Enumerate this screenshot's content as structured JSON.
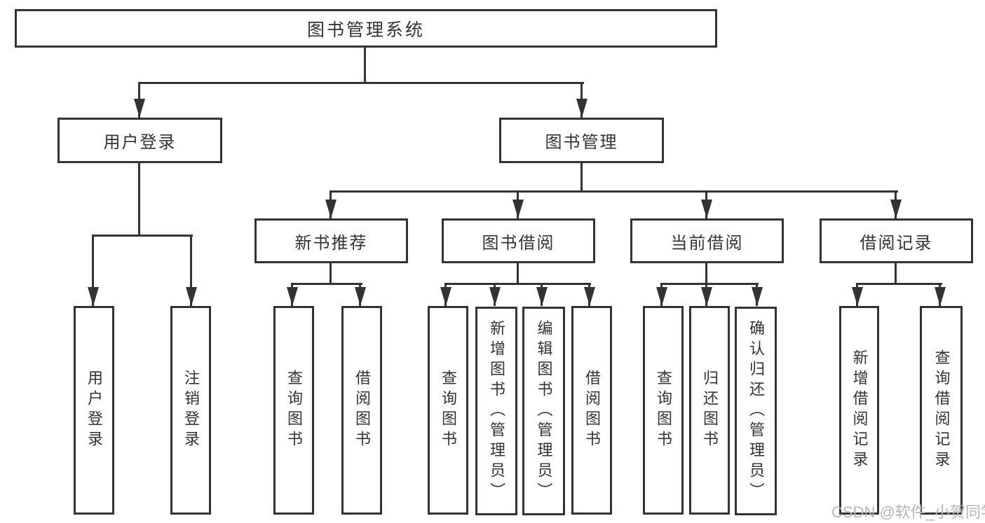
{
  "root": {
    "label": "图书管理系统"
  },
  "branches": {
    "user_login": {
      "label": "用户登录",
      "children": [
        {
          "label": "用户登录"
        },
        {
          "label": "注销登录"
        }
      ]
    },
    "book_mgmt": {
      "label": "图书管理",
      "children": [
        {
          "label": "新书推荐",
          "children": [
            {
              "label": "查询图书"
            },
            {
              "label": "借阅图书"
            }
          ]
        },
        {
          "label": "图书借阅",
          "children": [
            {
              "label": "查询图书"
            },
            {
              "label": "新增图书（管理员）"
            },
            {
              "label": "编辑图书（管理员）"
            },
            {
              "label": "借阅图书"
            }
          ]
        },
        {
          "label": "当前借阅",
          "children": [
            {
              "label": "查询图书"
            },
            {
              "label": "归还图书"
            },
            {
              "label": "确认归还（管理员）"
            }
          ]
        },
        {
          "label": "借阅记录",
          "children": [
            {
              "label": "新增借阅记录"
            },
            {
              "label": "查询借阅记录"
            }
          ]
        }
      ]
    }
  },
  "watermark": {
    "text": "CSDN @软件_小贺同学"
  },
  "colors": {
    "line": "#333333",
    "text": "#333333",
    "watermark": "#b5b5b5",
    "background": "#ffffff"
  }
}
